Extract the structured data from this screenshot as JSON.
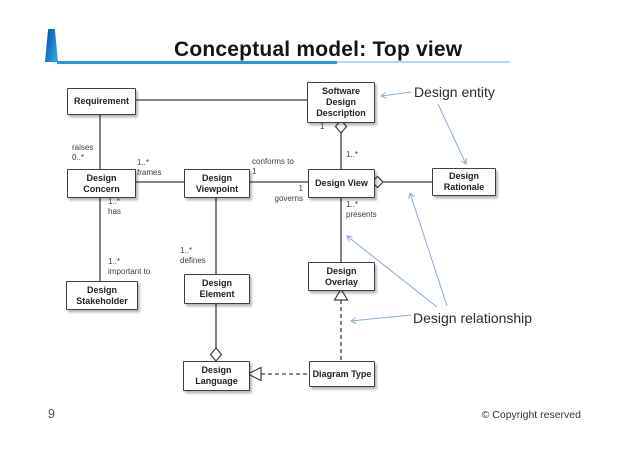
{
  "slide": {
    "title": "Conceptual model: Top view",
    "page_number": "9",
    "copyright_notice": "© Copyright reserved",
    "colors": {
      "title_underline": "#1e9ce2",
      "title_underline_light": "#b3d8ef",
      "accent_bar_start": "#0a5fb0",
      "accent_bar_end": "#2aa2e8",
      "annotation_arrow": "#8aabd0",
      "diagram_line": "#3f3f3f"
    }
  },
  "annotations": {
    "design_entity": "Design entity",
    "design_relationship": "Design relationship"
  },
  "diagram": {
    "nodes": {
      "requirement": "Requirement",
      "software_design_description": "Software\nDesign\nDescription",
      "design_concern": "Design\nConcern",
      "design_viewpoint": "Design\nViewpoint",
      "design_view": "Design View",
      "design_rationale": "Design\nRationale",
      "design_stakeholder": "Design\nStakeholder",
      "design_element": "Design\nElement",
      "design_overlay": "Design\nOverlay",
      "design_language": "Design\nLanguage",
      "diagram_type": "Diagram Type"
    },
    "edge_labels": {
      "raises": "raises\n0..*",
      "frames": "1..*\nframes",
      "conforms_to": "conforms to\n1",
      "governs": "1\ngoverns",
      "sdd_multiplicity": "1",
      "view_multiplicity": "1..*",
      "presents": "1..*\npresents",
      "has": "1..*\nhas",
      "important_to": "1..*\nimportant to",
      "defines": "1..*\ndefines"
    }
  }
}
